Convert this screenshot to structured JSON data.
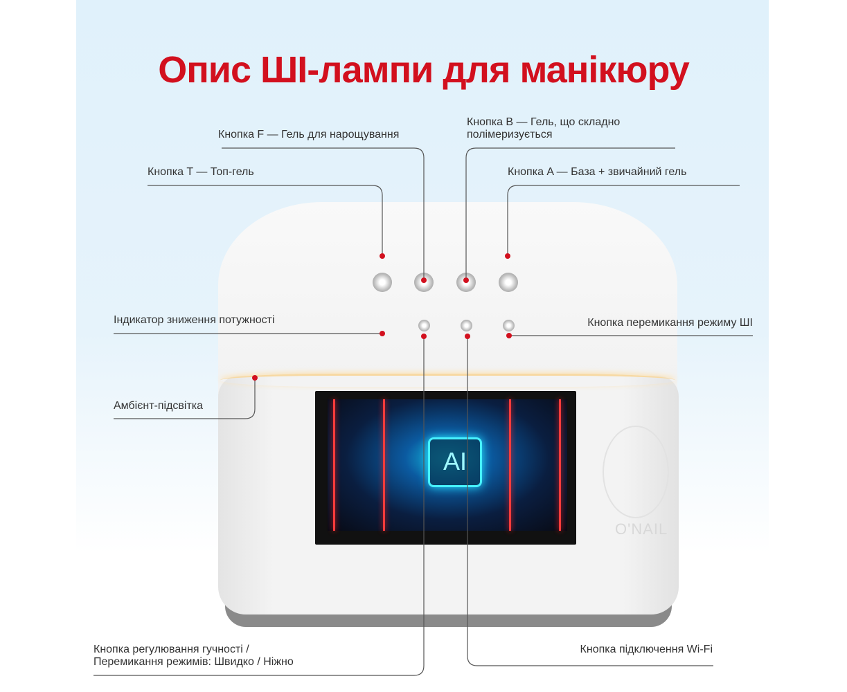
{
  "title": "Опис ШІ-лампи для манікюру",
  "screen_text": "AI",
  "brand_logo": "O'NAIL",
  "callouts": {
    "button_f": "Кнопка F — Гель для нарощування",
    "button_b_line1": "Кнопка B — Гель, що складно",
    "button_b_line2": "полімеризується",
    "button_t": "Кнопка T — Топ-гель",
    "button_a": "Кнопка A — База + звичайний гель",
    "power_indicator": "Індикатор зниження потужності",
    "ai_mode_button": "Кнопка перемикання режиму ШІ",
    "ambient_light": "Амбієнт-підсвітка",
    "volume_line1": "Кнопка регулювання гучності /",
    "volume_line2": "Перемикання режимів: Швидко / Ніжно",
    "wifi_button": "Кнопка підключення Wi-Fi"
  },
  "colors": {
    "accent": "#d2101e",
    "text": "#333333",
    "background": "#e0f1fb"
  }
}
